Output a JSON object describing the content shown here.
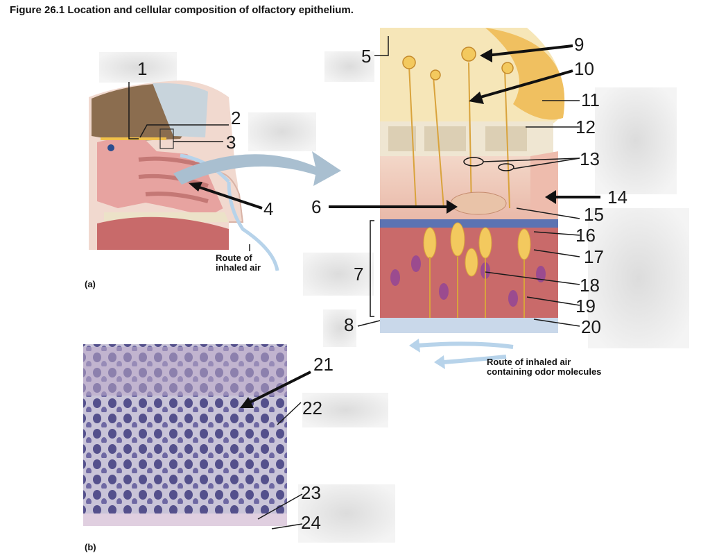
{
  "title": "Figure 26.1  Location and cellular composition of olfactory epithelium.",
  "panels": {
    "a": "(a)",
    "b": "(b)"
  },
  "captions": {
    "air_a": [
      "Route of",
      "inhaled air"
    ],
    "air_b": [
      "Route of inhaled air",
      "containing odor molecules"
    ]
  },
  "labels": [
    "1",
    "2",
    "3",
    "4",
    "5",
    "6",
    "7",
    "8",
    "9",
    "10",
    "11",
    "12",
    "13",
    "14",
    "15",
    "16",
    "17",
    "18",
    "19",
    "20",
    "21",
    "22",
    "23",
    "24"
  ],
  "colors": {
    "bone": "#e9ddc0",
    "neuron": "#f1c96a",
    "epithelium": "#d98b8b",
    "nucleus": "#9b4b8f",
    "histology_bg": "#c9c4d8",
    "arrow": "#b7c9d8",
    "blank_box": "#e9e9e9"
  }
}
